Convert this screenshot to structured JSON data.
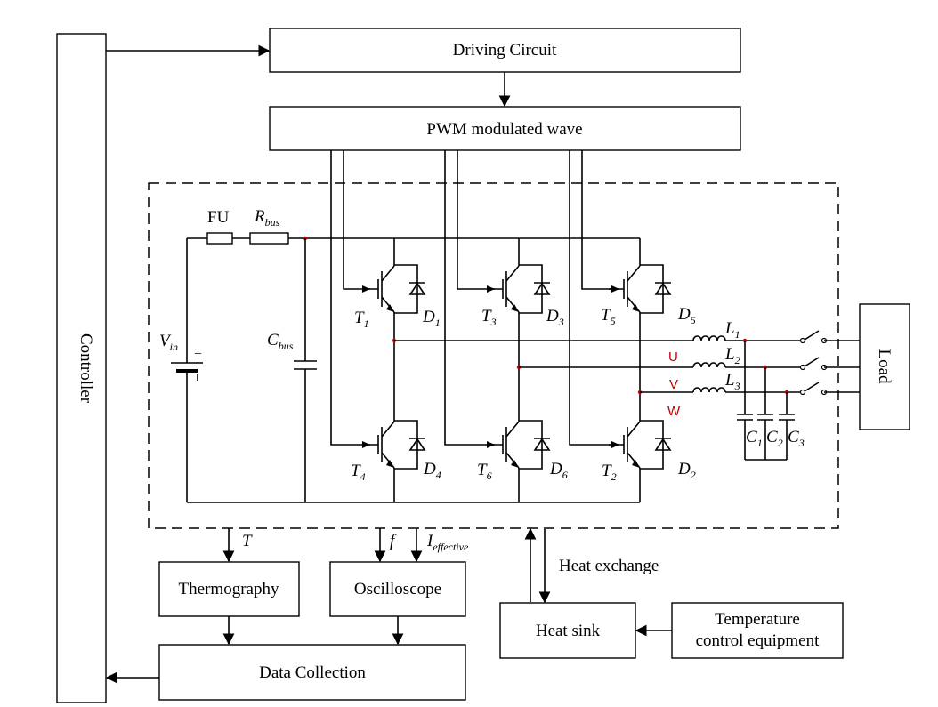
{
  "blocks": {
    "controller": "Controller",
    "driving": "Driving Circuit",
    "pwm": "PWM modulated wave",
    "load": "Load",
    "thermo": "Thermography",
    "osc": "Oscilloscope",
    "data": "Data Collection",
    "heatsink": "Heat sink",
    "temp1": "Temperature",
    "temp2": "control equipment",
    "heatex": "Heat exchange"
  },
  "signals": {
    "T": "T",
    "f": "f",
    "I": "I",
    "I_sub": "effective"
  },
  "components": {
    "fu": "FU",
    "rbus": "R",
    "rbus_sub": "bus",
    "vin": "V",
    "vin_sub": "in",
    "cbus": "C",
    "cbus_sub": "bus",
    "plus": "+",
    "t1": "T",
    "t1_sub": "1",
    "d1": "D",
    "d1_sub": "1",
    "t3": "T",
    "t3_sub": "3",
    "d3": "D",
    "d3_sub": "3",
    "t5": "T",
    "t5_sub": "5",
    "d5": "D",
    "d5_sub": "5",
    "t4": "T",
    "t4_sub": "4",
    "d4": "D",
    "d4_sub": "4",
    "t6": "T",
    "t6_sub": "6",
    "d6": "D",
    "d6_sub": "6",
    "t2": "T",
    "t2_sub": "2",
    "d2": "D",
    "d2_sub": "2",
    "l1": "L",
    "l1_sub": "1",
    "l2": "L",
    "l2_sub": "2",
    "l3": "L",
    "l3_sub": "3",
    "c1": "C",
    "c1_sub": "1",
    "c2": "C",
    "c2_sub": "2",
    "c3": "C",
    "c3_sub": "3"
  },
  "phases": {
    "u": "U",
    "v": "V",
    "w": "W"
  }
}
